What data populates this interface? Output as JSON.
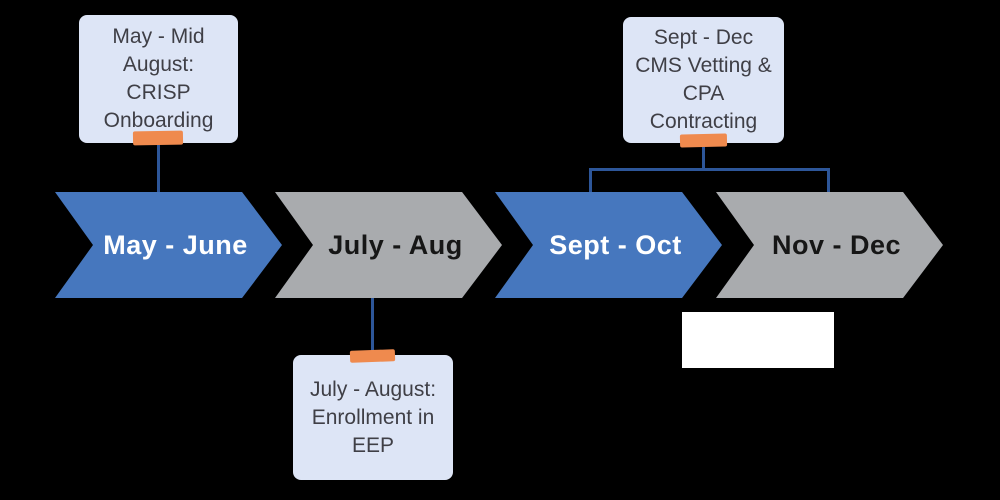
{
  "diagram_type": "timeline",
  "colors": {
    "background": "#000000",
    "chevron_blue": "#4677BE",
    "chevron_gray": "#A9ABAE",
    "chevron_text_on_blue": "#FFFFFF",
    "chevron_text_on_gray": "#161616",
    "callout_background": "#DDE5F6",
    "callout_text": "#3F3F46",
    "tape_orange": "#EF8A4E",
    "connector_blue": "#2D5699",
    "blank_rectangle": "#FFFFFF"
  },
  "timeline": {
    "phases": [
      {
        "label": "May - June",
        "style": "blue"
      },
      {
        "label": "July - Aug",
        "style": "gray"
      },
      {
        "label": "Sept - Oct",
        "style": "blue"
      },
      {
        "label": "Nov - Dec",
        "style": "gray"
      }
    ]
  },
  "callouts": [
    {
      "id": "crisp-onboarding",
      "position": "above-phase-1",
      "text": "May - Mid August: CRISP Onboarding",
      "lines": [
        "May - Mid",
        "August:",
        "CRISP",
        "Onboarding"
      ]
    },
    {
      "id": "cms-vetting-cpa-contracting",
      "position": "above-phases-3-4",
      "text": "Sept - Dec CMS Vetting & CPA Contracting",
      "lines": [
        "Sept - Dec",
        "CMS Vetting &",
        "CPA",
        "Contracting"
      ]
    },
    {
      "id": "eep-enrollment",
      "position": "below-phase-2",
      "text": "July - August: Enrollment in EEP",
      "lines": [
        "July - August:",
        "Enrollment in",
        "EEP"
      ]
    }
  ]
}
